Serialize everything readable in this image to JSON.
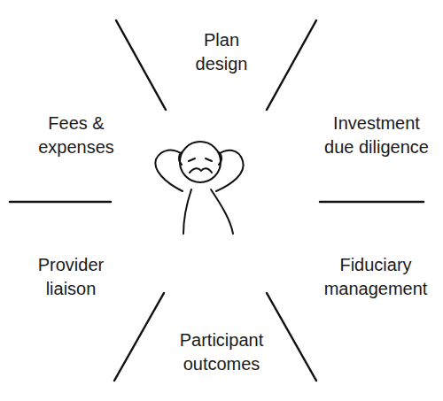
{
  "diagram": {
    "labels": [
      "Plan design",
      "Fees & expenses",
      "Investment due diligence",
      "Provider liaison",
      "Fiduciary management",
      "Participant outcomes"
    ]
  }
}
